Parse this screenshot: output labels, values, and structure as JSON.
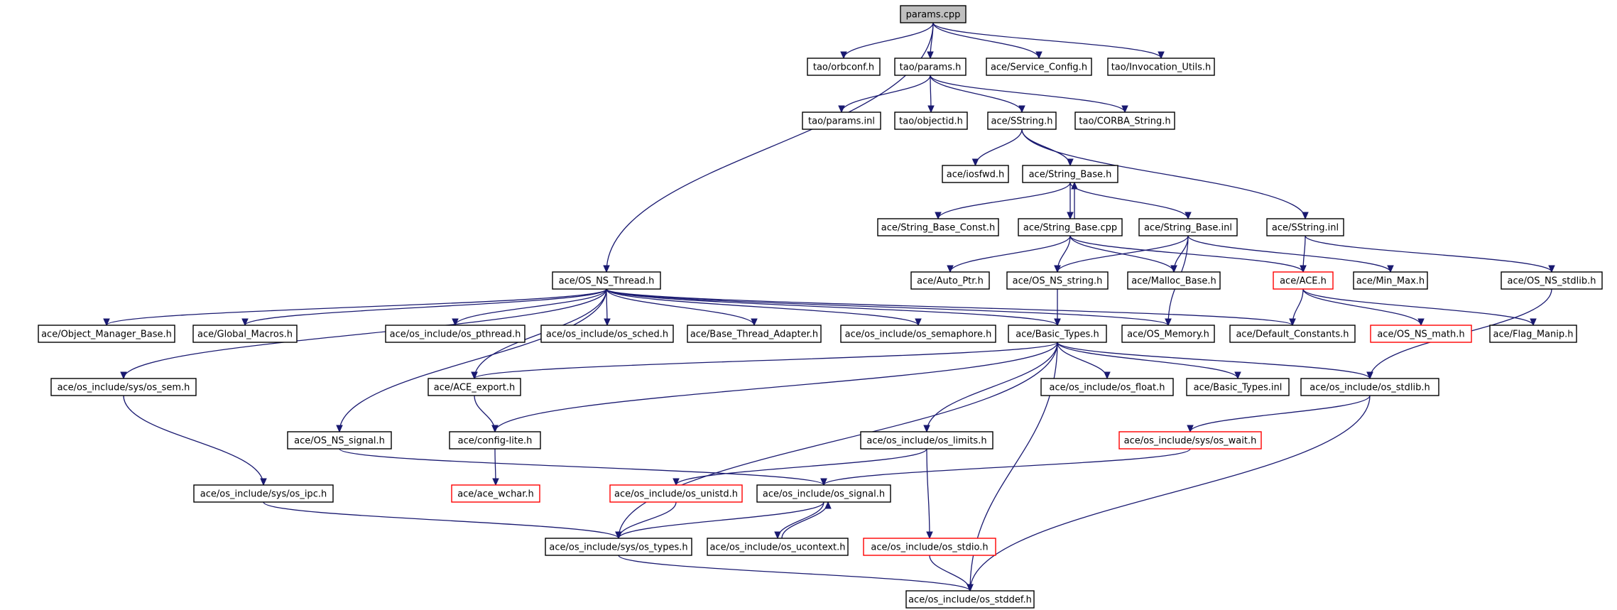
{
  "diagram": {
    "title": "",
    "colors": {
      "edge": "#191970",
      "box_normal": "#000000",
      "box_truncated": "#ff0000",
      "root_fill": "#bfbfbf",
      "node_fill": "#ffffff"
    },
    "nodes": [
      {
        "id": "params_cpp",
        "label": "params.cpp",
        "kind": "root"
      },
      {
        "id": "tao_orbconf_h",
        "label": "tao/orbconf.h",
        "kind": "normal"
      },
      {
        "id": "tao_params_h",
        "label": "tao/params.h",
        "kind": "normal"
      },
      {
        "id": "ace_service_config_h",
        "label": "ace/Service_Config.h",
        "kind": "normal"
      },
      {
        "id": "tao_invocation_utils_h",
        "label": "tao/Invocation_Utils.h",
        "kind": "normal"
      },
      {
        "id": "tao_params_inl",
        "label": "tao/params.inl",
        "kind": "normal"
      },
      {
        "id": "tao_objectid_h",
        "label": "tao/objectid.h",
        "kind": "normal"
      },
      {
        "id": "ace_sstring_h",
        "label": "ace/SString.h",
        "kind": "normal"
      },
      {
        "id": "tao_corba_string_h",
        "label": "tao/CORBA_String.h",
        "kind": "normal"
      },
      {
        "id": "ace_iosfwd_h",
        "label": "ace/iosfwd.h",
        "kind": "normal"
      },
      {
        "id": "ace_string_base_h",
        "label": "ace/String_Base.h",
        "kind": "normal"
      },
      {
        "id": "ace_string_base_const_h",
        "label": "ace/String_Base_Const.h",
        "kind": "normal"
      },
      {
        "id": "ace_string_base_cpp",
        "label": "ace/String_Base.cpp",
        "kind": "normal"
      },
      {
        "id": "ace_string_base_inl",
        "label": "ace/String_Base.inl",
        "kind": "normal"
      },
      {
        "id": "ace_sstring_inl",
        "label": "ace/SString.inl",
        "kind": "normal"
      },
      {
        "id": "ace_os_ns_thread_h",
        "label": "ace/OS_NS_Thread.h",
        "kind": "normal"
      },
      {
        "id": "ace_auto_ptr_h",
        "label": "ace/Auto_Ptr.h",
        "kind": "normal"
      },
      {
        "id": "ace_os_ns_string_h",
        "label": "ace/OS_NS_string.h",
        "kind": "normal"
      },
      {
        "id": "ace_malloc_base_h",
        "label": "ace/Malloc_Base.h",
        "kind": "normal"
      },
      {
        "id": "ace_ace_h",
        "label": "ace/ACE.h",
        "kind": "truncated"
      },
      {
        "id": "ace_min_max_h",
        "label": "ace/Min_Max.h",
        "kind": "normal"
      },
      {
        "id": "ace_os_ns_stdlib_h",
        "label": "ace/OS_NS_stdlib.h",
        "kind": "normal"
      },
      {
        "id": "ace_object_manager_base_h",
        "label": "ace/Object_Manager_Base.h",
        "kind": "normal"
      },
      {
        "id": "ace_global_macros_h",
        "label": "ace/Global_Macros.h",
        "kind": "normal"
      },
      {
        "id": "ace_os_include_os_pthread_h",
        "label": "ace/os_include/os_pthread.h",
        "kind": "normal"
      },
      {
        "id": "ace_os_include_os_sched_h",
        "label": "ace/os_include/os_sched.h",
        "kind": "normal"
      },
      {
        "id": "ace_base_thread_adapter_h",
        "label": "ace/Base_Thread_Adapter.h",
        "kind": "normal"
      },
      {
        "id": "ace_os_include_os_semaphore_h",
        "label": "ace/os_include/os_semaphore.h",
        "kind": "normal"
      },
      {
        "id": "ace_basic_types_h",
        "label": "ace/Basic_Types.h",
        "kind": "normal"
      },
      {
        "id": "ace_os_memory_h",
        "label": "ace/OS_Memory.h",
        "kind": "normal"
      },
      {
        "id": "ace_default_constants_h",
        "label": "ace/Default_Constants.h",
        "kind": "normal"
      },
      {
        "id": "ace_os_ns_math_h",
        "label": "ace/OS_NS_math.h",
        "kind": "truncated"
      },
      {
        "id": "ace_flag_manip_h",
        "label": "ace/Flag_Manip.h",
        "kind": "normal"
      },
      {
        "id": "ace_os_include_sys_os_sem_h",
        "label": "ace/os_include/sys/os_sem.h",
        "kind": "normal"
      },
      {
        "id": "ace_ace_export_h",
        "label": "ace/ACE_export.h",
        "kind": "normal"
      },
      {
        "id": "ace_os_include_os_float_h",
        "label": "ace/os_include/os_float.h",
        "kind": "normal"
      },
      {
        "id": "ace_basic_types_inl",
        "label": "ace/Basic_Types.inl",
        "kind": "normal"
      },
      {
        "id": "ace_os_include_os_stdlib_h",
        "label": "ace/os_include/os_stdlib.h",
        "kind": "normal"
      },
      {
        "id": "ace_os_ns_signal_h",
        "label": "ace/OS_NS_signal.h",
        "kind": "normal"
      },
      {
        "id": "ace_config_lite_h",
        "label": "ace/config-lite.h",
        "kind": "normal"
      },
      {
        "id": "ace_os_include_os_limits_h",
        "label": "ace/os_include/os_limits.h",
        "kind": "normal"
      },
      {
        "id": "ace_os_include_sys_os_wait_h",
        "label": "ace/os_include/sys/os_wait.h",
        "kind": "truncated"
      },
      {
        "id": "ace_os_include_sys_os_ipc_h",
        "label": "ace/os_include/sys/os_ipc.h",
        "kind": "normal"
      },
      {
        "id": "ace_ace_wchar_h",
        "label": "ace/ace_wchar.h",
        "kind": "truncated"
      },
      {
        "id": "ace_os_include_os_unistd_h",
        "label": "ace/os_include/os_unistd.h",
        "kind": "truncated"
      },
      {
        "id": "ace_os_include_os_signal_h",
        "label": "ace/os_include/os_signal.h",
        "kind": "normal"
      },
      {
        "id": "ace_os_include_sys_os_types_h",
        "label": "ace/os_include/sys/os_types.h",
        "kind": "normal"
      },
      {
        "id": "ace_os_include_os_ucontext_h",
        "label": "ace/os_include/os_ucontext.h",
        "kind": "normal"
      },
      {
        "id": "ace_os_include_os_stdio_h",
        "label": "ace/os_include/os_stdio.h",
        "kind": "truncated"
      },
      {
        "id": "ace_os_include_os_stddef_h",
        "label": "ace/os_include/os_stddef.h",
        "kind": "normal"
      }
    ],
    "edges": [
      [
        "params_cpp",
        "tao_orbconf_h"
      ],
      [
        "params_cpp",
        "tao_params_h"
      ],
      [
        "params_cpp",
        "ace_service_config_h"
      ],
      [
        "params_cpp",
        "tao_invocation_utils_h"
      ],
      [
        "params_cpp",
        "ace_os_ns_thread_h"
      ],
      [
        "tao_params_h",
        "tao_params_inl"
      ],
      [
        "tao_params_h",
        "tao_objectid_h"
      ],
      [
        "tao_params_h",
        "ace_sstring_h"
      ],
      [
        "tao_params_h",
        "tao_corba_string_h"
      ],
      [
        "ace_sstring_h",
        "ace_iosfwd_h"
      ],
      [
        "ace_sstring_h",
        "ace_string_base_h"
      ],
      [
        "ace_sstring_h",
        "ace_sstring_inl"
      ],
      [
        "ace_string_base_h",
        "ace_string_base_const_h"
      ],
      [
        "ace_string_base_h",
        "ace_string_base_cpp"
      ],
      [
        "ace_string_base_h",
        "ace_string_base_inl"
      ],
      [
        "ace_string_base_cpp",
        "ace_string_base_h"
      ],
      [
        "ace_string_base_cpp",
        "ace_auto_ptr_h"
      ],
      [
        "ace_string_base_cpp",
        "ace_os_ns_string_h"
      ],
      [
        "ace_string_base_cpp",
        "ace_malloc_base_h"
      ],
      [
        "ace_string_base_cpp",
        "ace_ace_h"
      ],
      [
        "ace_string_base_inl",
        "ace_malloc_base_h"
      ],
      [
        "ace_string_base_inl",
        "ace_min_max_h"
      ],
      [
        "ace_string_base_inl",
        "ace_os_ns_string_h"
      ],
      [
        "ace_string_base_inl",
        "ace_os_memory_h"
      ],
      [
        "ace_sstring_inl",
        "ace_ace_h"
      ],
      [
        "ace_sstring_inl",
        "ace_os_ns_stdlib_h"
      ],
      [
        "ace_os_ns_string_h",
        "ace_basic_types_h"
      ],
      [
        "ace_ace_h",
        "ace_default_constants_h"
      ],
      [
        "ace_ace_h",
        "ace_os_ns_math_h"
      ],
      [
        "ace_ace_h",
        "ace_flag_manip_h"
      ],
      [
        "ace_os_ns_stdlib_h",
        "ace_os_include_os_stdlib_h"
      ],
      [
        "ace_os_ns_thread_h",
        "ace_object_manager_base_h"
      ],
      [
        "ace_os_ns_thread_h",
        "ace_global_macros_h"
      ],
      [
        "ace_os_ns_thread_h",
        "ace_os_include_os_pthread_h"
      ],
      [
        "ace_os_ns_thread_h",
        "ace_os_include_os_sched_h"
      ],
      [
        "ace_os_ns_thread_h",
        "ace_base_thread_adapter_h"
      ],
      [
        "ace_os_ns_thread_h",
        "ace_os_include_os_semaphore_h"
      ],
      [
        "ace_os_ns_thread_h",
        "ace_basic_types_h"
      ],
      [
        "ace_os_ns_thread_h",
        "ace_os_memory_h"
      ],
      [
        "ace_os_ns_thread_h",
        "ace_default_constants_h"
      ],
      [
        "ace_os_ns_thread_h",
        "ace_os_include_sys_os_sem_h"
      ],
      [
        "ace_os_ns_thread_h",
        "ace_ace_export_h"
      ],
      [
        "ace_os_ns_thread_h",
        "ace_os_ns_signal_h"
      ],
      [
        "ace_basic_types_h",
        "ace_ace_export_h"
      ],
      [
        "ace_basic_types_h",
        "ace_config_lite_h"
      ],
      [
        "ace_basic_types_h",
        "ace_os_include_os_limits_h"
      ],
      [
        "ace_basic_types_h",
        "ace_os_include_os_float_h"
      ],
      [
        "ace_basic_types_h",
        "ace_basic_types_inl"
      ],
      [
        "ace_basic_types_h",
        "ace_os_include_os_stdlib_h"
      ],
      [
        "ace_basic_types_h",
        "ace_os_include_sys_os_types_h"
      ],
      [
        "ace_basic_types_h",
        "ace_os_include_os_stddef_h"
      ],
      [
        "ace_ace_export_h",
        "ace_config_lite_h"
      ],
      [
        "ace_config_lite_h",
        "ace_ace_wchar_h"
      ],
      [
        "ace_os_include_sys_os_sem_h",
        "ace_os_include_sys_os_ipc_h"
      ],
      [
        "ace_os_ns_signal_h",
        "ace_os_include_os_signal_h"
      ],
      [
        "ace_os_include_os_stdlib_h",
        "ace_os_include_sys_os_wait_h"
      ],
      [
        "ace_os_include_os_stdlib_h",
        "ace_os_include_os_stddef_h"
      ],
      [
        "ace_os_include_sys_os_wait_h",
        "ace_os_include_os_signal_h"
      ],
      [
        "ace_os_include_os_limits_h",
        "ace_os_include_os_unistd_h"
      ],
      [
        "ace_os_include_os_limits_h",
        "ace_os_include_os_stdio_h"
      ],
      [
        "ace_os_include_sys_os_ipc_h",
        "ace_os_include_sys_os_types_h"
      ],
      [
        "ace_os_include_os_unistd_h",
        "ace_os_include_sys_os_types_h"
      ],
      [
        "ace_os_include_os_signal_h",
        "ace_os_include_sys_os_types_h"
      ],
      [
        "ace_os_include_os_signal_h",
        "ace_os_include_os_ucontext_h"
      ],
      [
        "ace_os_include_os_ucontext_h",
        "ace_os_include_os_signal_h"
      ],
      [
        "ace_os_include_os_stdio_h",
        "ace_os_include_os_stddef_h"
      ],
      [
        "ace_os_include_sys_os_types_h",
        "ace_os_include_os_stddef_h"
      ]
    ]
  }
}
